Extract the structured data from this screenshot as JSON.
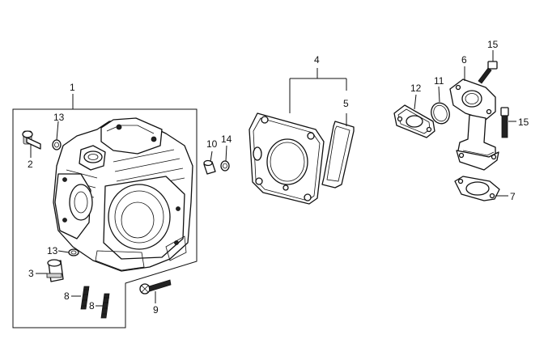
{
  "callouts": {
    "c1": "1",
    "c2": "2",
    "c3": "3",
    "c4": "4",
    "c5": "5",
    "c6": "6",
    "c7": "7",
    "c8a": "8",
    "c8b": "8",
    "c9": "9",
    "c10": "10",
    "c11": "11",
    "c12": "12",
    "c13a": "13",
    "c13b": "13",
    "c14": "14",
    "c15a": "15",
    "c15b": "15"
  }
}
